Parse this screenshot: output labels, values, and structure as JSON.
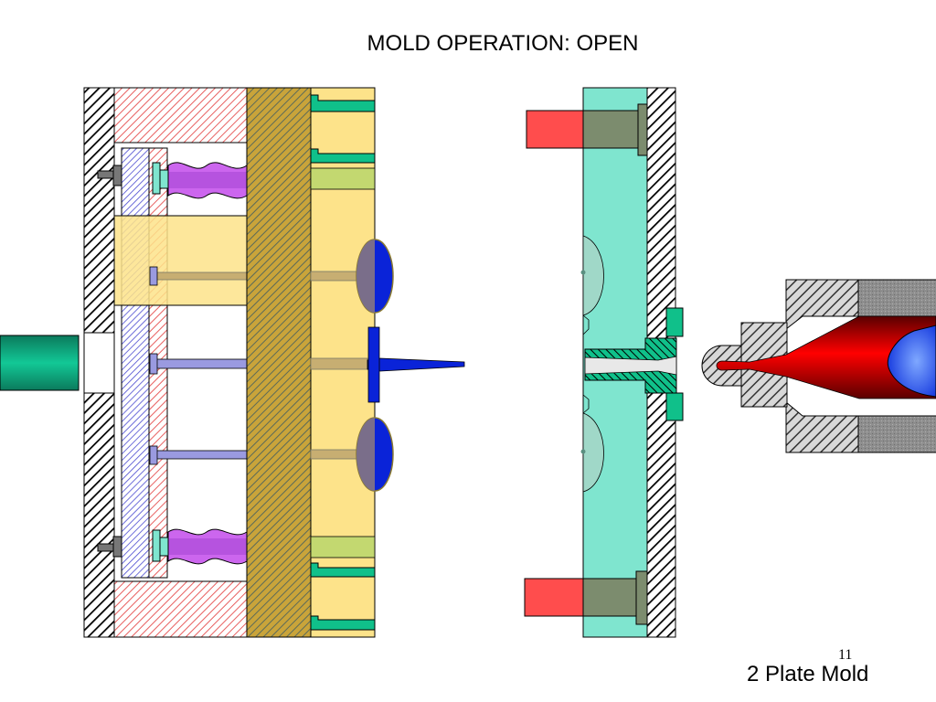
{
  "slide": {
    "title": "MOLD OPERATION: OPEN",
    "caption": "2 Plate Mold",
    "page_number": "11"
  },
  "colors": {
    "background": "#ffffff",
    "clamp_plate_hatch": "#000000",
    "support_plate_hatch": "#e86060",
    "ejector_plate_hatch": "#4a4ad0",
    "b_plate_hatch": "#8a7a30",
    "core_block": "#fde38a",
    "cavity_plate": "#7fe5cf",
    "ejector_pin": "#9a9ae0",
    "return_spring": "#cc66ee",
    "molded_part": "#0a23d8",
    "cooling_channel": "#10c08a",
    "hydraulic_ram": "#0aa07a",
    "guide_bushing": "#ff4d4d",
    "nozzle_melt": "#ff0000",
    "screw_tip": "#3366ff",
    "barrel_hatch": "#808080",
    "guide_pin": "#8a8a6a"
  },
  "components": {
    "moving_half": "moving-half",
    "stationary_half": "stationary-half",
    "injection_unit": "injection-unit"
  }
}
